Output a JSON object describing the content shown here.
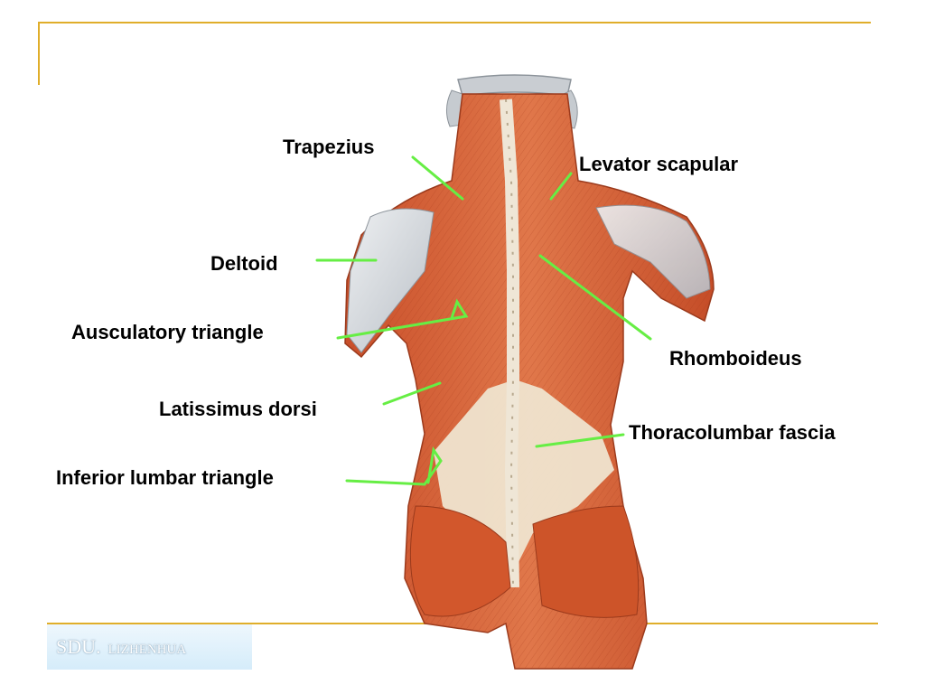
{
  "theme": {
    "frame_color": "#e0ae2a",
    "leader_color": "#66ee44",
    "muscle_color": "#d9643a",
    "fascia_color": "#efe4cf"
  },
  "labels": {
    "trapezius": "Trapezius",
    "levator_scapular": "Levator scapular",
    "deltoid": "Deltoid",
    "ausculatory_triangle": "Ausculatory triangle",
    "rhomboideus": "Rhomboideus",
    "latissimus_dorsi": "Latissimus dorsi",
    "thoracolumbar_fascia": "Thoracolumbar fascia",
    "inferior_lumbar_triangle": "Inferior lumbar triangle"
  },
  "footer": {
    "institution": "SDU.",
    "author": "LIZHENHUA"
  }
}
